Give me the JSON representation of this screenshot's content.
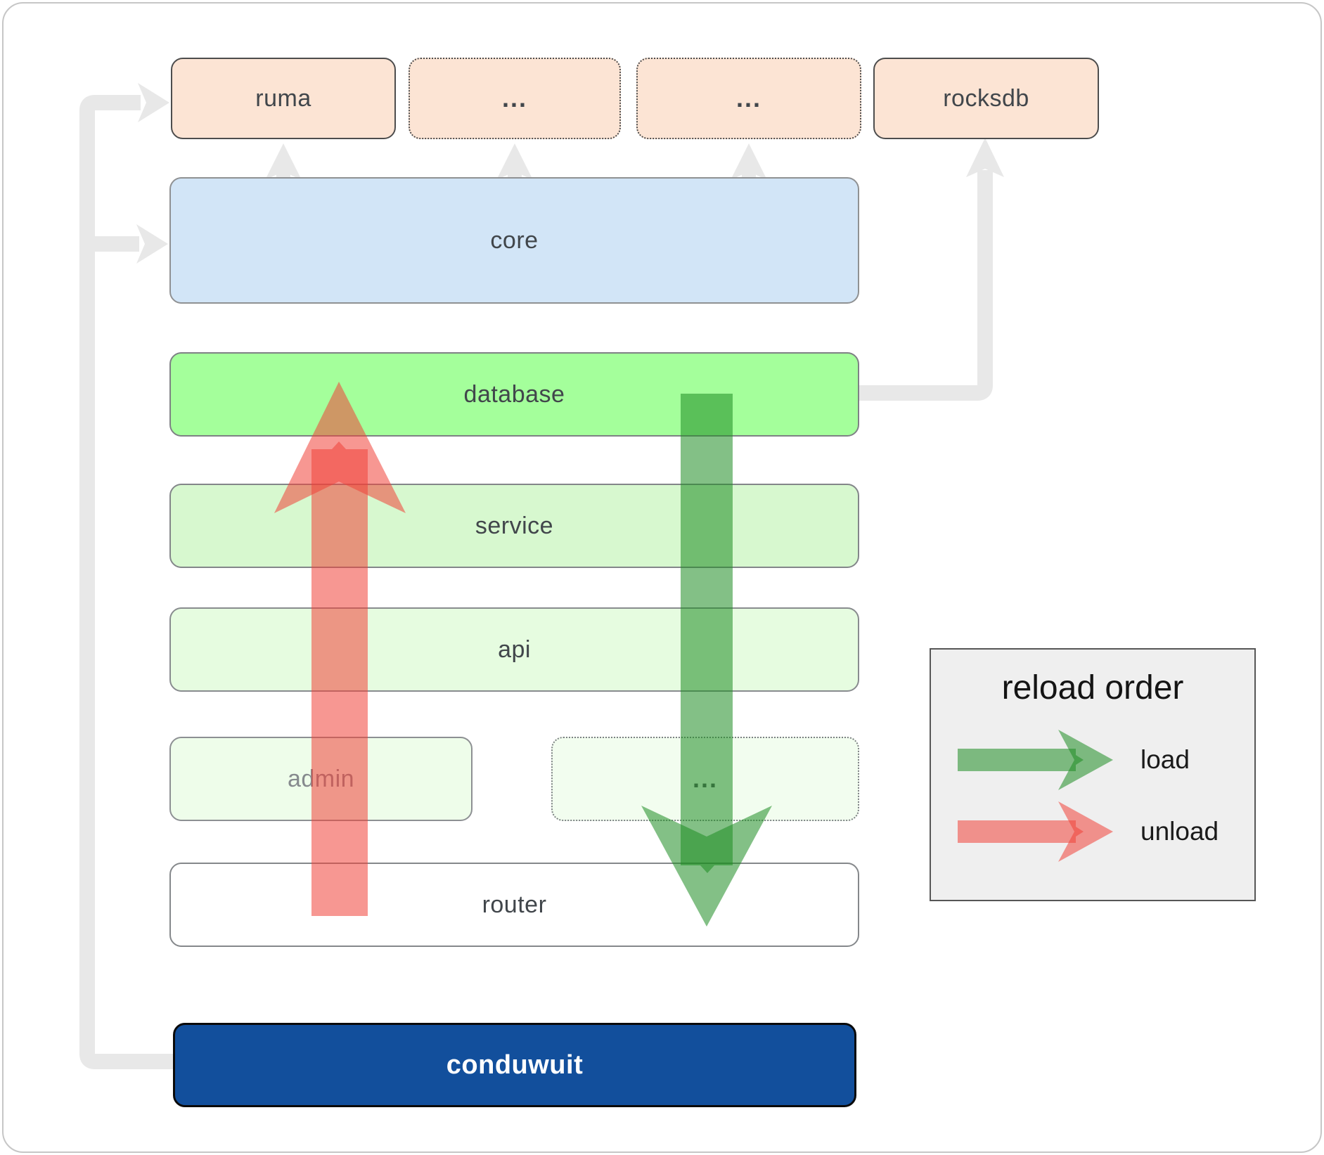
{
  "diagram": {
    "nodes": {
      "ruma": "ruma",
      "ellipsis_top_1": "...",
      "ellipsis_top_2": "...",
      "rocksdb": "rocksdb",
      "core": "core",
      "database": "database",
      "service": "service",
      "api": "api",
      "admin": "admin",
      "ellipsis_mid": "...",
      "router": "router",
      "conduwuit": "conduwuit"
    }
  },
  "legend": {
    "title": "reload order",
    "items": [
      {
        "icon": "load-arrow",
        "label": "load"
      },
      {
        "icon": "unload-arrow",
        "label": "unload"
      }
    ]
  },
  "colors": {
    "load": "#1e8c23",
    "unload": "#f04138",
    "connector": "#e8e8e8",
    "peach": "#fce4d4",
    "core_blue": "#d2e5f7",
    "database_green": "#a4ff9b",
    "service_green": "#d7f8cf",
    "api_green": "#e6fce0",
    "admin_green": "#eefdea",
    "router_white": "#ffffff",
    "conduwuit_blue": "#124f9c",
    "legend_bg": "#efefef"
  }
}
